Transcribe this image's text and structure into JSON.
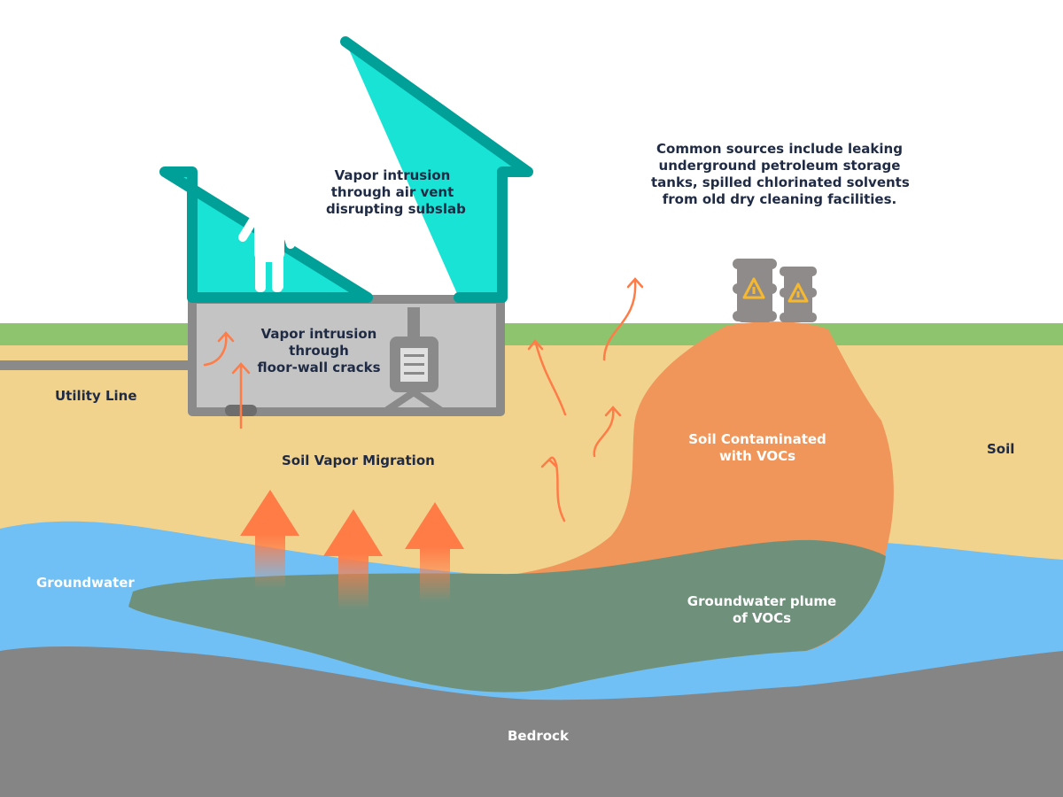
{
  "labels": {
    "air_vent": [
      "Vapor intrusion",
      "through air vent",
      "disrupting subslab"
    ],
    "cracks": [
      "Vapor intrusion",
      "through",
      "floor-wall cracks"
    ],
    "sources": [
      "Common sources include leaking",
      "underground petroleum storage",
      "tanks, spilled chlorinated solvents",
      "from old dry cleaning facilities."
    ],
    "utility_line": "Utility Line",
    "soil_vapor_migration": "Soil Vapor Migration",
    "soil_contaminated": [
      "Soil Contaminated",
      "with VOCs"
    ],
    "soil": "Soil",
    "groundwater": "Groundwater",
    "groundwater_plume": [
      "Groundwater plume",
      "of VOCs"
    ],
    "bedrock": "Bedrock"
  },
  "colors": {
    "house_fill": "#19e3d4",
    "house_stroke": "#00a099",
    "basement": "#c4c4c4",
    "grass": "#8fc46e",
    "soil": "#f2d38e",
    "groundwater": "#70bff5",
    "bedrock": "#858585",
    "contamination": "#f0965a",
    "plume": "#6f917c",
    "vapor_arrow": "#ff7c47",
    "hazard": "#f5b82e"
  }
}
